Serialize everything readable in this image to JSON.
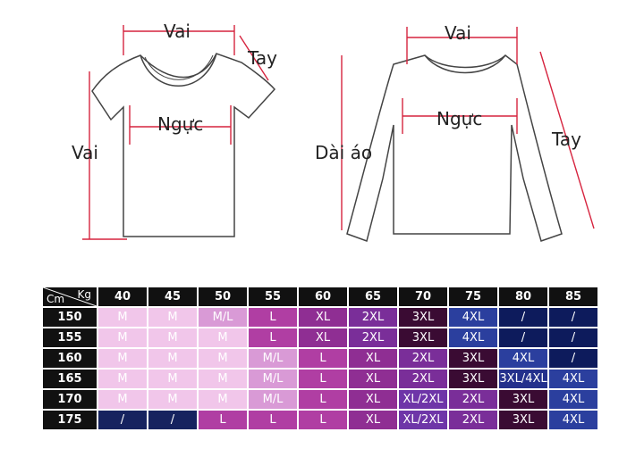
{
  "diagram": {
    "tshirt": {
      "shoulder_label": "Vai",
      "sleeve_label": "Tay",
      "chest_label": "Ngực",
      "length_label": "Vai"
    },
    "longsleeve": {
      "shoulder_label": "Vai",
      "sleeve_label": "Tay",
      "chest_label": "Ngực",
      "length_label": "Dài áo"
    },
    "measure_color": "#d6243f"
  },
  "size_table": {
    "corner_top": "Kg",
    "corner_bottom": "Cm",
    "weights": [
      "40",
      "45",
      "50",
      "55",
      "60",
      "65",
      "70",
      "75",
      "80",
      "85"
    ],
    "rows": [
      {
        "height": "150",
        "sizes": [
          "M",
          "M",
          "M/L",
          "L",
          "XL",
          "2XL",
          "3XL",
          "4XL",
          "/",
          "/"
        ]
      },
      {
        "height": "155",
        "sizes": [
          "M",
          "M",
          "M",
          "L",
          "XL",
          "2XL",
          "3XL",
          "4XL",
          "/",
          "/"
        ]
      },
      {
        "height": "160",
        "sizes": [
          "M",
          "M",
          "M",
          "M/L",
          "L",
          "XL",
          "2XL",
          "3XL",
          "4XL",
          "/"
        ]
      },
      {
        "height": "165",
        "sizes": [
          "M",
          "M",
          "M",
          "M/L",
          "L",
          "XL",
          "2XL",
          "3XL",
          "3XL/4XL",
          "4XL"
        ]
      },
      {
        "height": "170",
        "sizes": [
          "M",
          "M",
          "M",
          "M/L",
          "L",
          "XL",
          "XL/2XL",
          "2XL",
          "3XL",
          "4XL"
        ]
      },
      {
        "height": "175",
        "sizes": [
          "/",
          "/",
          "L",
          "L",
          "L",
          "XL",
          "XL/2XL",
          "2XL",
          "3XL",
          "4XL"
        ]
      }
    ],
    "size_colors": {
      "M": "#f1c6ea",
      "M/L": "#d99ad6",
      "L": "#b03ea3",
      "XL": "#8f2e93",
      "2XL": "#7a2e99",
      "XL/2XL": "#6e35a8",
      "3XL": "#3a0b33",
      "4XL": "#2b3f9e",
      "3XL/4XL": "#24308c",
      "/": "#0d1b5c"
    },
    "row_175_slash_color": "#16235f"
  }
}
